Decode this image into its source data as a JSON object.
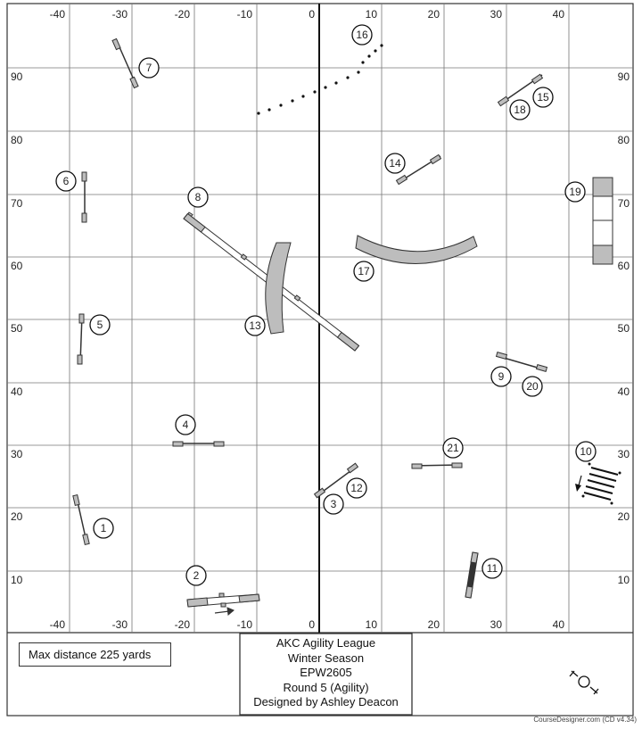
{
  "axis": {
    "x_ticks": [
      "-40",
      "-30",
      "-20",
      "-10",
      "0",
      "10",
      "20",
      "30",
      "40"
    ],
    "y_ticks": [
      "90",
      "80",
      "70",
      "60",
      "50",
      "40",
      "30",
      "20",
      "10"
    ]
  },
  "numbers": [
    "1",
    "2",
    "3",
    "4",
    "5",
    "6",
    "7",
    "8",
    "9",
    "10",
    "11",
    "12",
    "13",
    "14",
    "15",
    "16",
    "17",
    "18",
    "19",
    "20",
    "21"
  ],
  "info": {
    "max_distance": "Max distance 225 yards",
    "title_lines": [
      "AKC Agility League",
      "Winter Season",
      "EPW2605",
      "Round 5 (Agility)",
      "Designed by Ashley Deacon"
    ]
  },
  "footer": "CourseDesigner.com (CD v4.34)",
  "colors": {
    "equipment": "#bdbdbd",
    "stroke": "#333333",
    "grid": "#777777"
  }
}
